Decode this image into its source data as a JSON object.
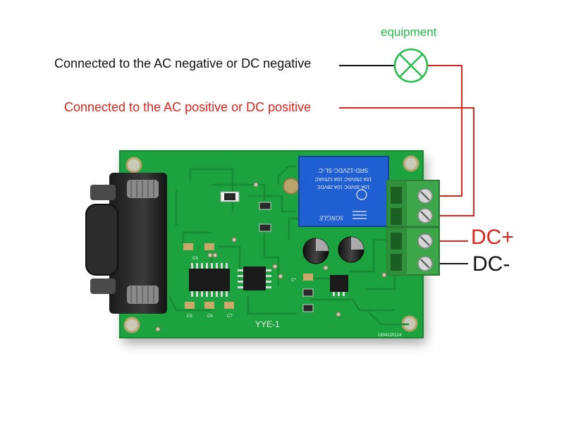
{
  "labels": {
    "equipment": "equipment",
    "negative": "Connected to the AC negative or DC negative",
    "positive": "Connected to the AC positive or DC positive",
    "dc_plus": "DC+",
    "dc_minus": "DC-"
  },
  "board": {
    "model": "YYE-1",
    "serial": "1604120124",
    "relay_lines": [
      "SRD-12VDC-SL-C",
      "10A 250VAC  10A 125VAC",
      "10A 30VDC  10A 28VDC"
    ],
    "relay_brand": "SONGLE",
    "cap_labels": [
      "C4",
      "C5",
      "C6",
      "C7",
      "C*"
    ]
  },
  "colors": {
    "equipment": "#22c04a",
    "positive": "#e0241c",
    "negative": "#111111",
    "pcb": "#1fa33f",
    "relay": "#1f5fd1",
    "terminal": "#3ea64a"
  }
}
